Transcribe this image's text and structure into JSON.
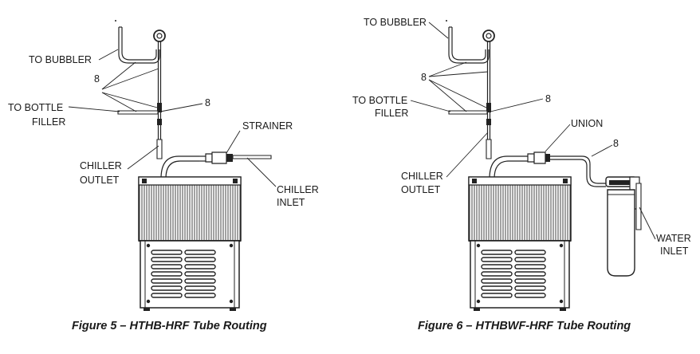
{
  "figure5": {
    "caption": "Figure 5 – HTHB-HRF Tube Routing",
    "labels": {
      "to_bubbler": "TO BUBBLER",
      "callout_8_a": "8",
      "to_bottle_filler_1": "TO BOTTLE",
      "to_bottle_filler_2": "FILLER",
      "callout_8_b": "8",
      "chiller_outlet_1": "CHILLER",
      "chiller_outlet_2": "OUTLET",
      "strainer": "STRAINER",
      "chiller_inlet_1": "CHILLER",
      "chiller_inlet_2": "INLET"
    }
  },
  "figure6": {
    "caption": "Figure 6 – HTHBWF-HRF Tube Routing",
    "labels": {
      "to_bubbler": "TO BUBBLER",
      "callout_8_a": "8",
      "to_bottle_filler_1": "TO BOTTLE",
      "to_bottle_filler_2": "FILLER",
      "callout_8_b": "8",
      "union": "UNION",
      "callout_8_c": "8",
      "chiller_outlet_1": "CHILLER",
      "chiller_outlet_2": "OUTLET",
      "water_inlet_1": "WATER",
      "water_inlet_2": "INLET"
    }
  },
  "colors": {
    "line": "#222222",
    "text": "#1a1a1a"
  }
}
